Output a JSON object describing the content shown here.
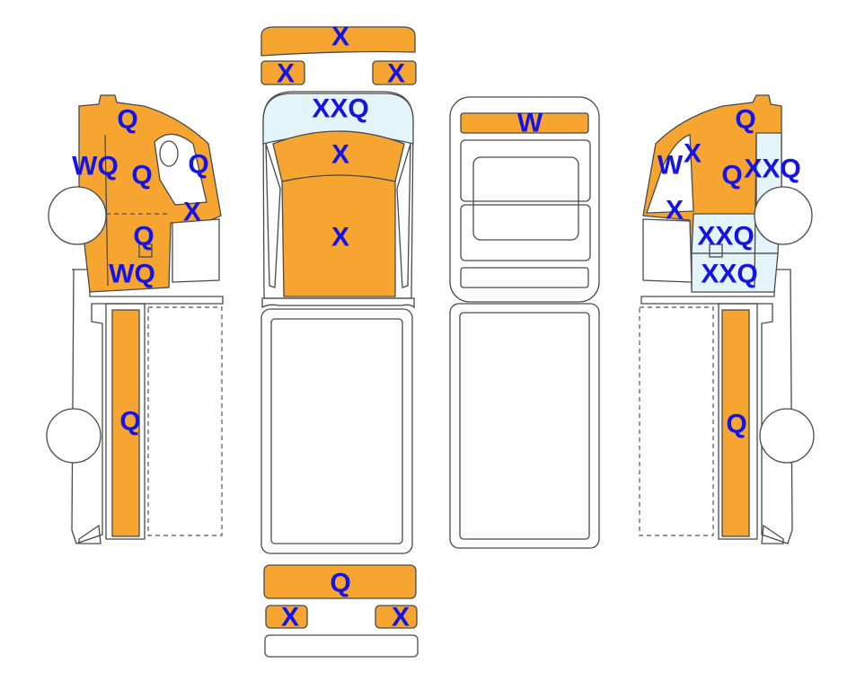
{
  "colors": {
    "damage_orange": "#F7A531",
    "damage_lightblue": "#E3F4FA",
    "label_blue": "#1414E6",
    "outline": "#4a4a4a",
    "background": "#ffffff"
  },
  "views": {
    "left_side": {
      "roof_top": "Q",
      "door_upper": "WQ",
      "door_mid": "Q",
      "mirror": "Q",
      "front_corner": "X",
      "door_lower": "Q",
      "sill": "WQ",
      "cargo_side": "Q"
    },
    "front": {
      "bumper": "X",
      "fog_left": "X",
      "fog_right": "X",
      "windshield": "XXQ",
      "hood_upper": "X",
      "hood_main": "X"
    },
    "rear": {
      "bumper": "Q",
      "light_left": "X",
      "light_right": "X"
    },
    "roof": {
      "top_strip": "W"
    },
    "right_side": {
      "roof_top": "Q",
      "door_upper_a": "W",
      "door_upper_b": "X",
      "door_mid": "Q",
      "window": "XXQ",
      "front_corner": "X",
      "door_lower": "XXQ",
      "sill": "XXQ",
      "cargo_side": "Q"
    }
  }
}
